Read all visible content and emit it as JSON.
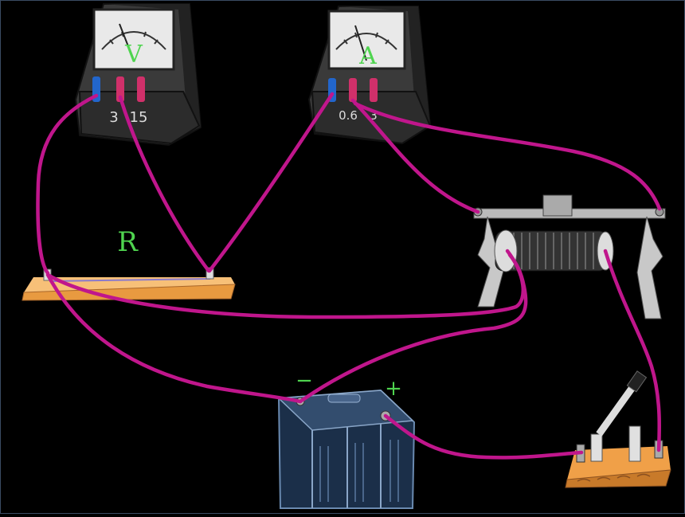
{
  "labels": {
    "voltmeter_letter": "V",
    "voltmeter_terminal_low": "3",
    "voltmeter_terminal_high": "15",
    "ammeter_letter": "A",
    "ammeter_terminal_low": "0.6",
    "ammeter_terminal_high": "3",
    "resistor_letter": "R",
    "battery_minus": "−",
    "battery_plus": "+"
  },
  "colors": {
    "background": "#000000",
    "wire": "#c0168c",
    "label_green": "#4fd44f",
    "wood": "#f0a048",
    "meter_body": "#2a2a2a",
    "battery": "#1e3a5a"
  }
}
